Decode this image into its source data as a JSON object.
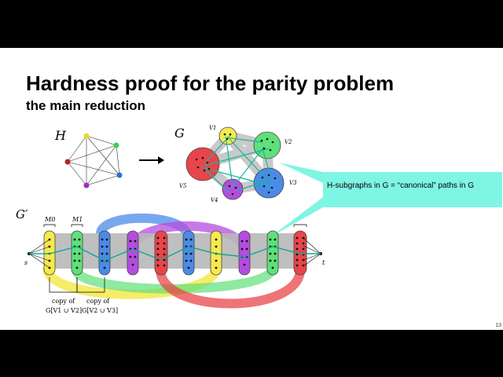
{
  "slide": {
    "title": "Hardness proof for the parity problem",
    "subtitle": "the main reduction",
    "page_number": "13"
  },
  "graphs": {
    "h_label": "H",
    "g_label": "G",
    "gprime_label": "G′",
    "v1": "V1",
    "v2": "V2",
    "v3": "V3",
    "v4": "V4",
    "v5": "V5",
    "s": "s",
    "t": "t",
    "m0": "M0",
    "m1": "M1"
  },
  "callout": {
    "text": "H-subgraphs in G = “canonical” paths in G"
  },
  "captions": {
    "copy1_line1": "copy of",
    "copy1_line2": "G[V1 ∪ V2]",
    "copy2_line1": "copy of",
    "copy2_line2": "G[V2 ∪ V3]"
  },
  "colors": {
    "yellow": "#f5e94e",
    "green": "#5fe07a",
    "blue": "#4a8be8",
    "purple": "#b54ce0",
    "red": "#e8454a",
    "teal": "#7ff5e3",
    "gray": "#b8b8b8"
  }
}
